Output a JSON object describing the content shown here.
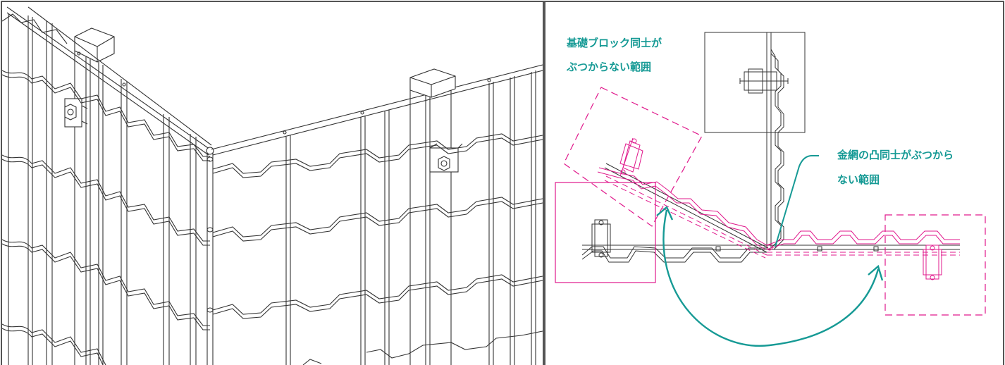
{
  "labels": {
    "block_line1": "基礎ブロック同士が",
    "block_line2": "ぶつからない範囲",
    "mesh_line1": "金網の凸同士がぶつから",
    "mesh_line2": "ない範囲"
  },
  "colors": {
    "line": "#333333",
    "panel_border": "#555555",
    "magenta": "#e0198c",
    "teal": "#169a95",
    "background": "#ffffff"
  }
}
